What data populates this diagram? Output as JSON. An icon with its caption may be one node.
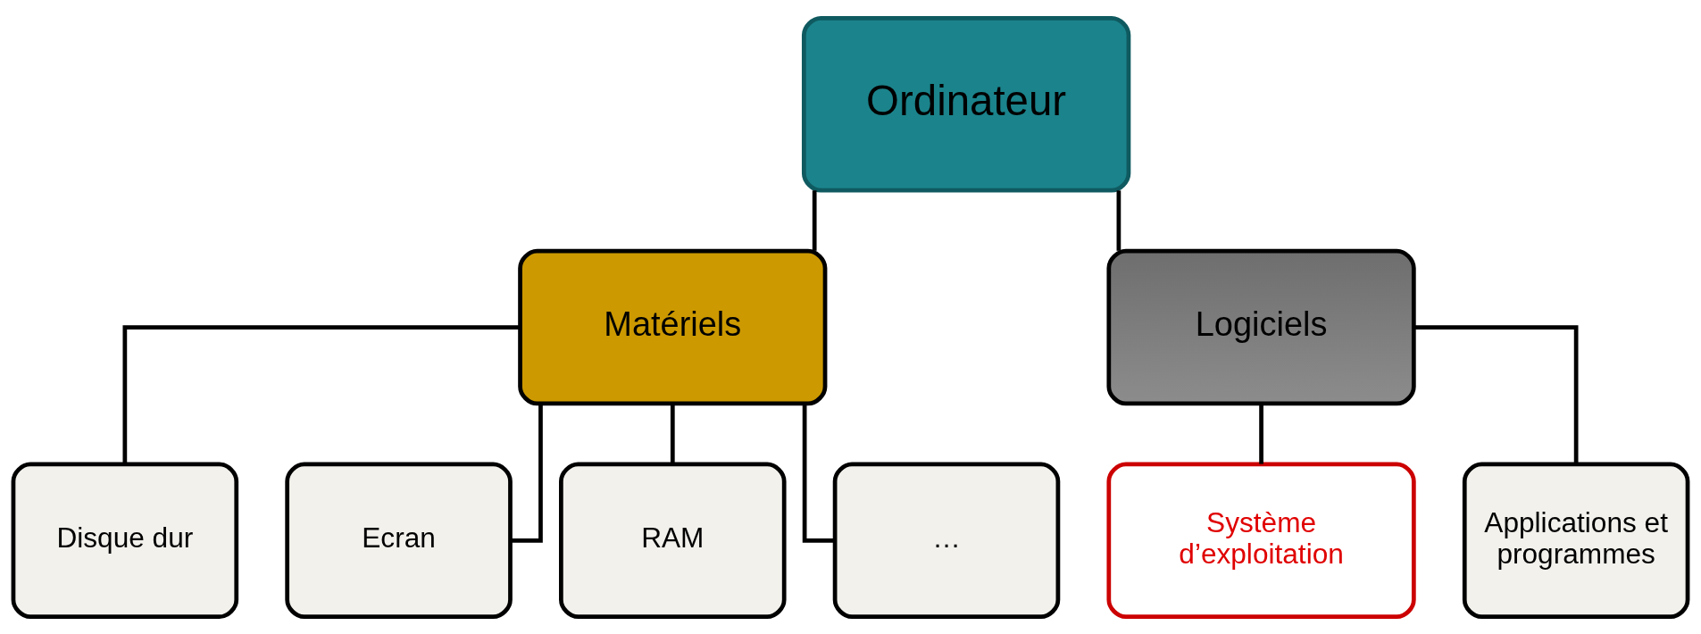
{
  "diagram": {
    "nodes": [
      {
        "text": [
          "Ordinateur"
        ]
      },
      {
        "text": [
          "Matériels"
        ]
      },
      {
        "text": [
          "Logiciels"
        ]
      },
      {
        "text": [
          "Disque dur"
        ]
      },
      {
        "text": [
          "Ecran"
        ]
      },
      {
        "text": [
          "RAM"
        ]
      },
      {
        "text": [
          "…"
        ]
      },
      {
        "text": [
          "Système d’exploitation"
        ]
      },
      {
        "text": [
          "Applications et programmes"
        ]
      }
    ],
    "edges": [
      {
        "from": 0,
        "to": 1,
        "arrow": "none"
      },
      {
        "from": 0,
        "to": 2,
        "arrow": "none"
      },
      {
        "from": 1,
        "to": 3,
        "arrow": "none"
      },
      {
        "from": 1,
        "to": 4,
        "arrow": "none"
      },
      {
        "from": 1,
        "to": 5,
        "arrow": "none"
      },
      {
        "from": 1,
        "to": 6,
        "arrow": "none"
      },
      {
        "from": 2,
        "to": 7,
        "arrow": "none"
      },
      {
        "from": 2,
        "to": 8,
        "arrow": "none"
      }
    ]
  }
}
